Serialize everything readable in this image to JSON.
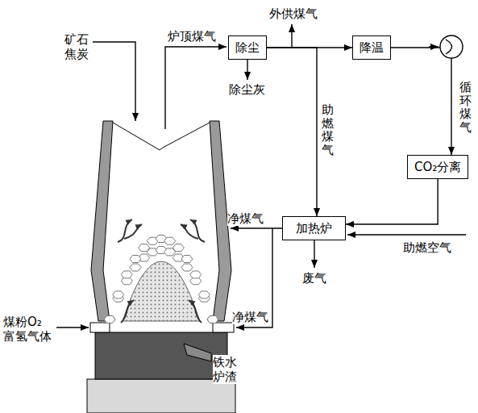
{
  "diagram": {
    "nodes": [
      {
        "text": [
          "除尘"
        ]
      },
      {
        "text": [
          "降温"
        ]
      },
      {
        "text": [
          "CO₂分离"
        ]
      },
      {
        "text": [
          "加热炉"
        ]
      }
    ],
    "edges": [
      {
        "from": 0,
        "to": 1,
        "arrow": "to"
      },
      {
        "from": 1,
        "to": 2,
        "label": "循环煤气",
        "arrow": "to"
      },
      {
        "from": 0,
        "to": 3,
        "label": "助燃煤气",
        "arrow": "to"
      },
      {
        "from": 2,
        "to": 3,
        "arrow": "to"
      }
    ],
    "labels": [
      "矿石 焦炭",
      "炉顶煤气",
      "外供煤气",
      "除尘灰",
      "净煤气",
      "净煤气",
      "废气",
      "助燃空气",
      "煤粉O₂ 富氢气体",
      "铁水 炉渣"
    ]
  }
}
